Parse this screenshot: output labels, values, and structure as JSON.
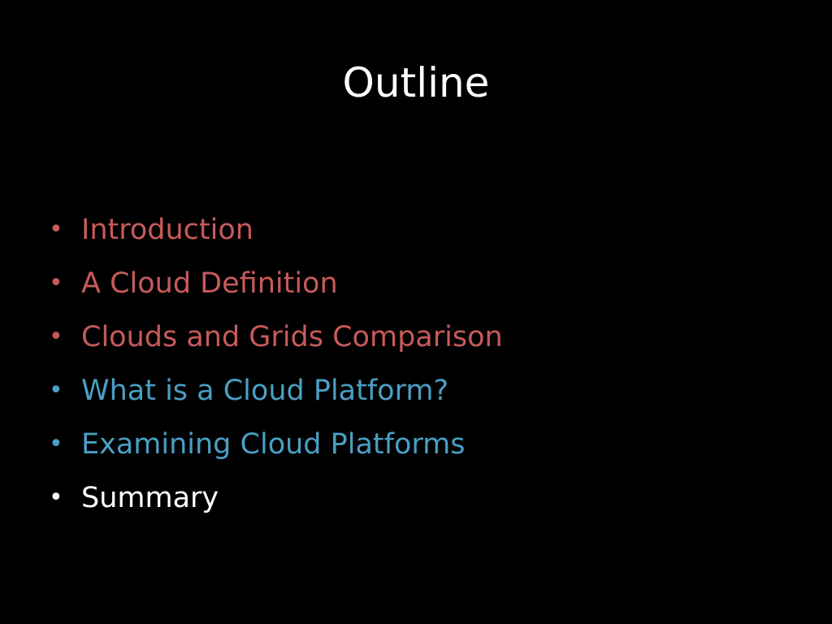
{
  "slide": {
    "title": "Outline",
    "bullet_symbol": "•",
    "items": [
      {
        "label": "Introduction",
        "color": "#c85a5a"
      },
      {
        "label": "A Cloud Definition",
        "color": "#c85a5a"
      },
      {
        "label": "Clouds and Grids Comparison",
        "color": "#c85a5a"
      },
      {
        "label": "What is a Cloud Platform?",
        "color": "#4a9fc4"
      },
      {
        "label": "Examining Cloud Platforms",
        "color": "#4a9fc4"
      },
      {
        "label": "Summary",
        "color": "#ffffff"
      }
    ]
  }
}
